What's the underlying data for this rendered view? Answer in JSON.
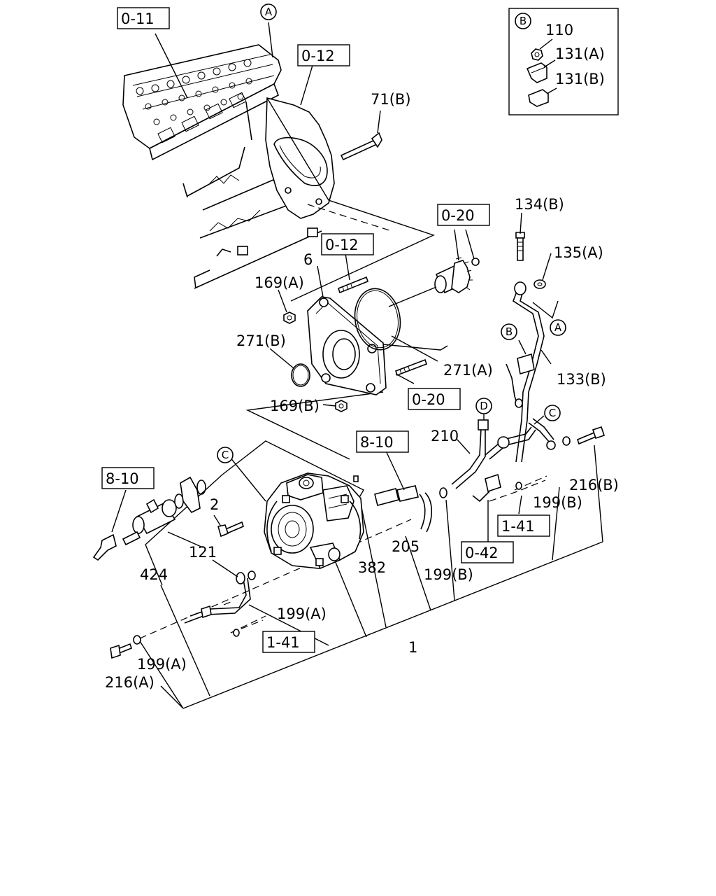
{
  "ref_boxes": {
    "cyl_head": "0-11",
    "gear_case_top": "0-12",
    "gear_case_mid": "0-12",
    "gear_top": "0-20",
    "stud_bottom": "0-20",
    "pipe_left": "8-10",
    "pipe_mid": "8-10",
    "clip_right": "1-41",
    "sensor": "0-42",
    "clip_left": "1-41"
  },
  "detail_b": {
    "letter": "B",
    "parts": [
      "110",
      "131(A)",
      "131(B)"
    ]
  },
  "circle_markers": {
    "a_top": "A",
    "a_right": "A",
    "b_right": "B",
    "c_right": "C",
    "c_left": "C",
    "d_right": "D"
  },
  "part_labels": {
    "p71b": "71(B)",
    "p134b": "134(B)",
    "p135a": "135(A)",
    "p6": "6",
    "p169a": "169(A)",
    "p271b": "271(B)",
    "p271a": "271(A)",
    "p169b": "169(B)",
    "p133b": "133(B)",
    "p210": "210",
    "p216b": "216(B)",
    "p199b_r": "199(B)",
    "p2": "2",
    "p121": "121",
    "p424": "424",
    "p382": "382",
    "p205": "205",
    "p199b_m": "199(B)",
    "p199a_m": "199(A)",
    "p1": "1",
    "p199a_l": "199(A)",
    "p216a": "216(A)"
  }
}
